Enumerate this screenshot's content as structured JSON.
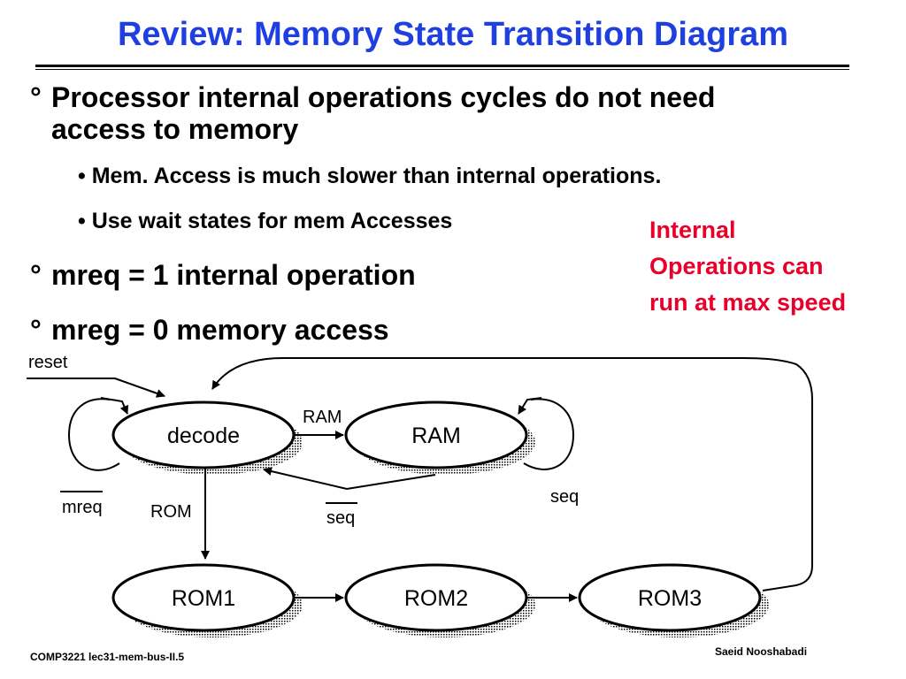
{
  "title": "Review: Memory State Transition Diagram",
  "bullets": [
    {
      "mark": "°",
      "line1": "Processor internal operations cycles do not need",
      "line2": "access to memory"
    },
    {
      "mark": "°",
      "text": "mreq = 1 internal operation"
    },
    {
      "mark": "°",
      "text": "mreg = 0 memory access"
    }
  ],
  "sub_bullets": [
    "• Mem. Access is much slower than internal operations.",
    "• Use wait states for mem Accesses"
  ],
  "note": {
    "line1": "Internal",
    "line2": "Operations can",
    "line3": "run at max speed",
    "color": "#e8002a"
  },
  "diagram": {
    "states": [
      "decode",
      "RAM",
      "ROM1",
      "ROM2",
      "ROM3"
    ],
    "labels": {
      "reset": "reset",
      "ram": "RAM",
      "rom": "ROM",
      "mreq": "mreq",
      "seq_bar": "seq",
      "seq": "seq"
    }
  },
  "footer": {
    "left": "COMP3221  lec31-mem-bus-II.5",
    "right": "Saeid Nooshabadi"
  },
  "colors": {
    "title": "#1f3fe0",
    "note": "#e8002a"
  }
}
